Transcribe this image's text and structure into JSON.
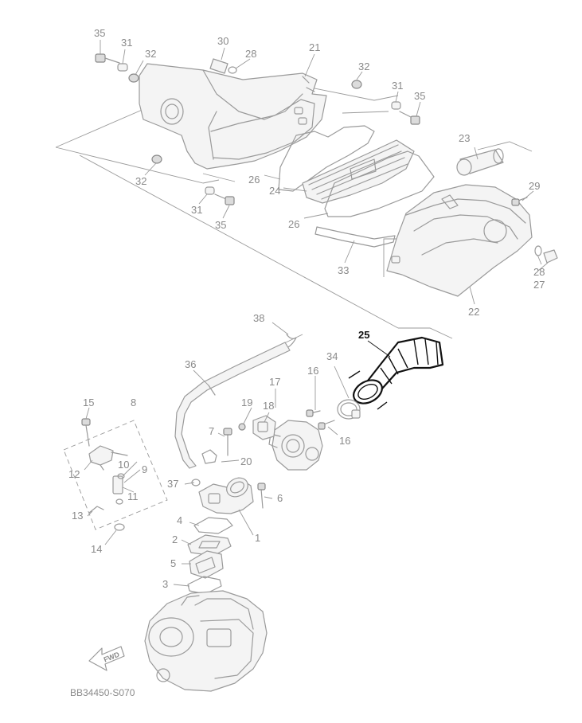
{
  "reference_code": "BB34450-S070",
  "fwd_label": "FWD",
  "highlight_color": "#111111",
  "line_color": "#9a9a9a",
  "callouts": {
    "c35a": "35",
    "c31a": "31",
    "c32a": "32",
    "c30": "30",
    "c28a": "28",
    "c21": "21",
    "c32b": "32",
    "c31b": "31",
    "c35b": "35",
    "c23": "23",
    "c32c": "32",
    "c31c": "31",
    "c35c": "35",
    "c26a": "26",
    "c24": "24",
    "c26b": "26",
    "c29": "29",
    "c33": "33",
    "c28b": "28",
    "c27": "27",
    "c22": "22",
    "c38": "38",
    "c25": "25",
    "c34": "34",
    "c36": "36",
    "c17": "17",
    "c16a": "16",
    "c19": "19",
    "c18": "18",
    "c16b": "16",
    "c15": "15",
    "c8": "8",
    "c7": "7",
    "c10": "10",
    "c9": "9",
    "c12": "12",
    "c20": "20",
    "c37": "37",
    "c11": "11",
    "c6": "6",
    "c13": "13",
    "c4": "4",
    "c1": "1",
    "c14": "14",
    "c2": "2",
    "c5": "5",
    "c3": "3"
  }
}
